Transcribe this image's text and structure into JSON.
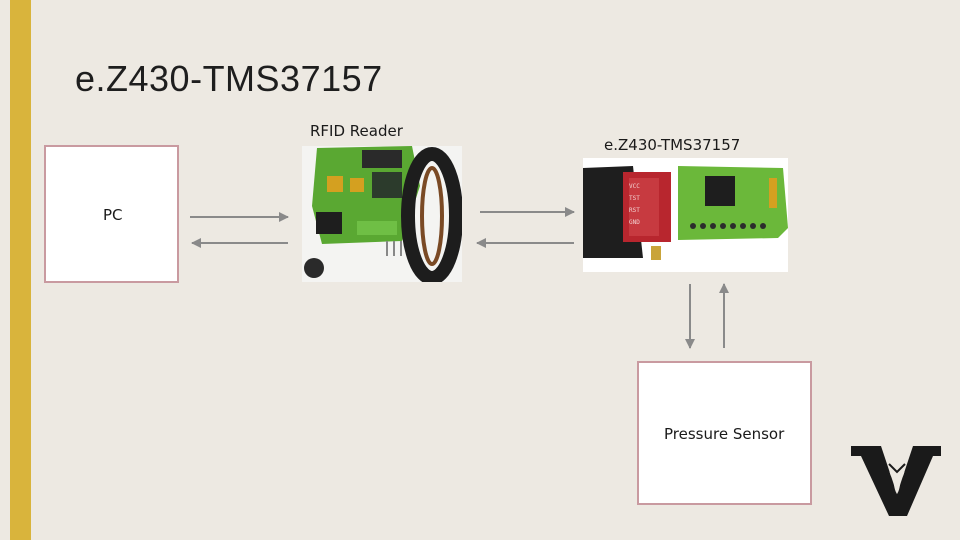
{
  "slide": {
    "title": "e.Z430-TMS37157"
  },
  "nodes": {
    "pc": {
      "label": "PC"
    },
    "rfid_reader": {
      "label": "RFID Reader"
    },
    "ez430": {
      "label": "e.Z430-TMS37157"
    },
    "pressure_sensor": {
      "label": "Pressure Sensor"
    }
  },
  "colors": {
    "accent_bar": "#d9b43c",
    "background": "#ede9e2",
    "box_border": "#c99aa0",
    "arrow": "#8a8a8a",
    "pcb_green": "#5aa832"
  }
}
